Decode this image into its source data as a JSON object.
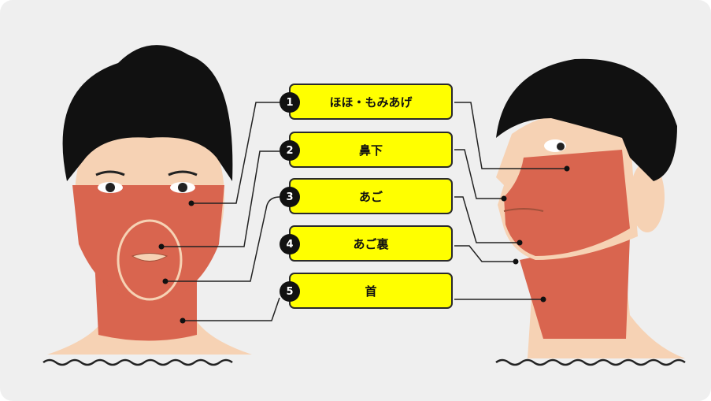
{
  "areas": [
    {
      "number": "1",
      "label": "ほほ・もみあげ"
    },
    {
      "number": "2",
      "label": "鼻下"
    },
    {
      "number": "3",
      "label": "あご"
    },
    {
      "number": "4",
      "label": "あご裏"
    },
    {
      "number": "5",
      "label": "首"
    }
  ],
  "colors": {
    "highlight": "#d9654f",
    "skin": "#f6d2b4",
    "hair": "#111111",
    "label_bg": "#ffff00"
  }
}
